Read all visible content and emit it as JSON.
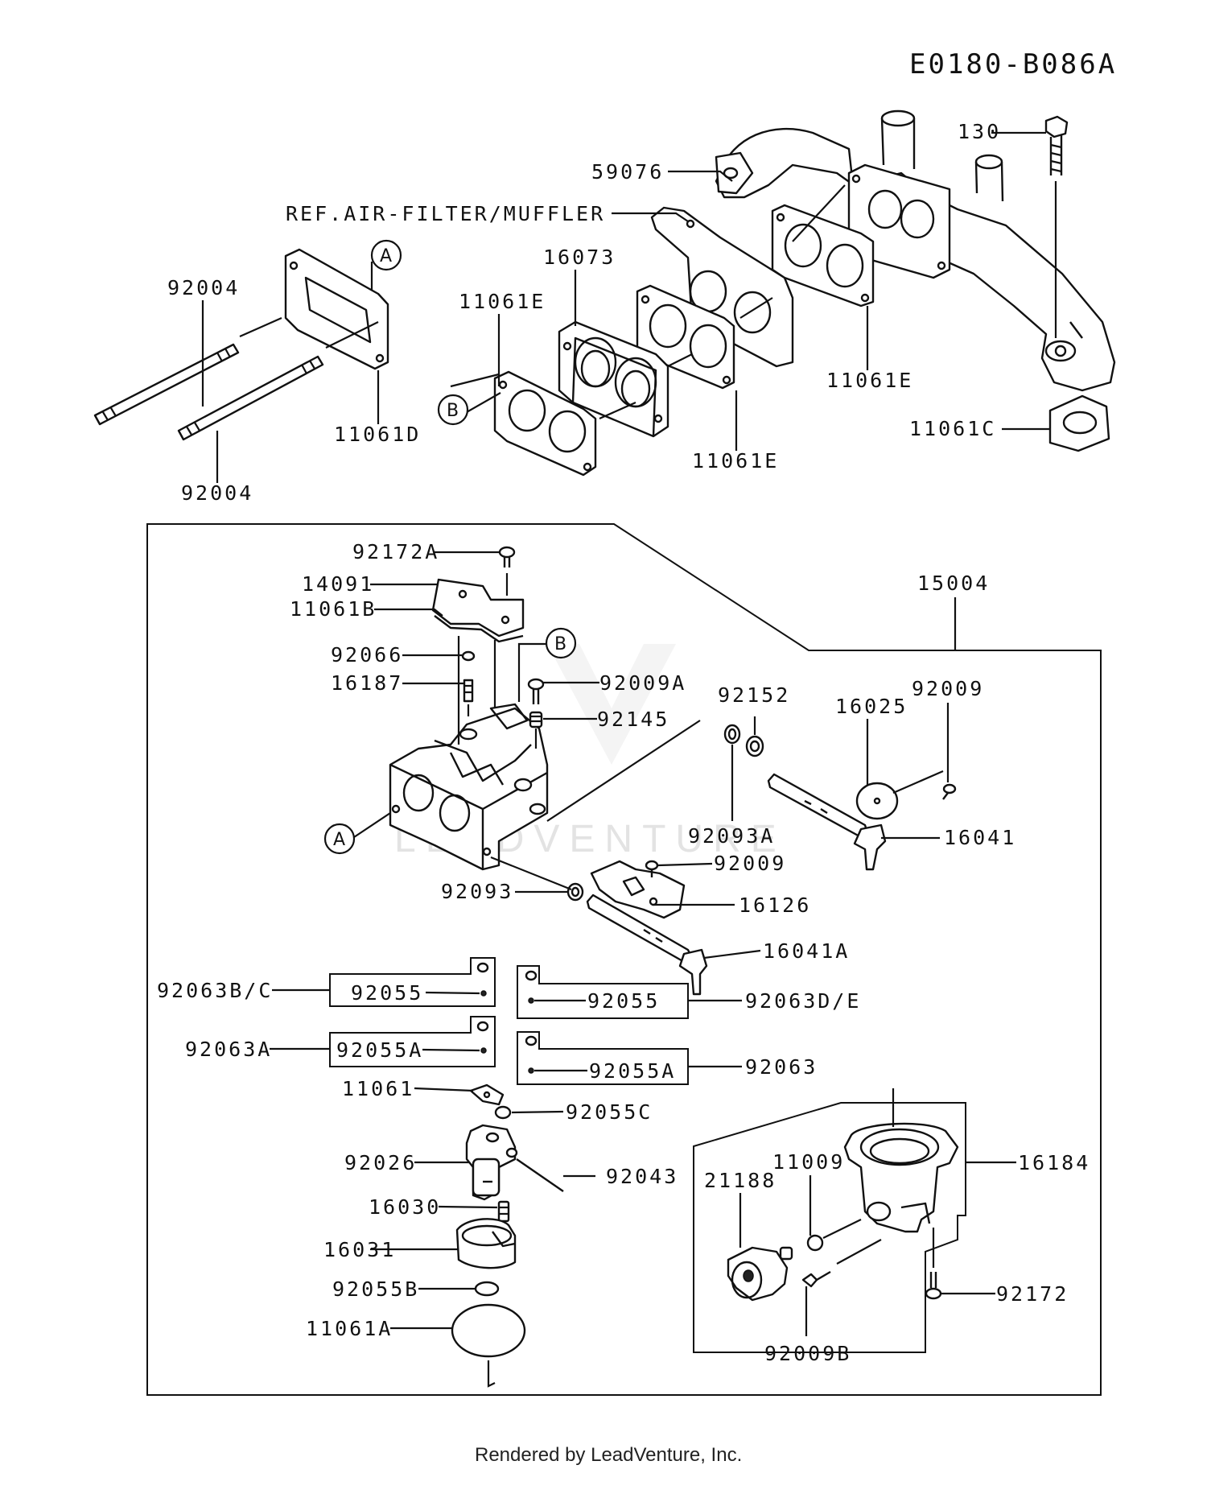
{
  "diagram_code": "E0180-B086A",
  "footer": "Rendered by LeadVenture, Inc.",
  "watermark": "LEADVENTURE",
  "callouts": {
    "a": "A",
    "b": "B"
  },
  "labels": {
    "p130": "130",
    "p59076": "59076",
    "ref_air_filter": "REF.AIR-FILTER/MUFFLER",
    "p16073": "16073",
    "p92004_top": "92004",
    "p92004_bottom": "92004",
    "p11061E_left": "11061E",
    "p11061E_right": "11061E",
    "p11061E_mid": "11061E",
    "p11061D": "11061D",
    "p11061C": "11061C",
    "p92172A": "92172A",
    "p14091": "14091",
    "p11061B": "11061B",
    "p15004": "15004",
    "p92066": "92066",
    "p16187": "16187",
    "p92009A": "92009A",
    "p92145": "92145",
    "p92152": "92152",
    "p92009_right": "92009",
    "p16025": "16025",
    "p92093A": "92093A",
    "p16041": "16041",
    "p92009_mid": "92009",
    "p92093": "92093",
    "p16126": "16126",
    "p16041A": "16041A",
    "p92063BC": "92063B/C",
    "p92055_left": "92055",
    "p92055_right": "92055",
    "p92063DE": "92063D/E",
    "p92063A": "92063A",
    "p92055A_left": "92055A",
    "p92055A_right": "92055A",
    "p92063": "92063",
    "p11061": "11061",
    "p92055C": "92055C",
    "p92026": "92026",
    "p92043": "92043",
    "p16030": "16030",
    "p16031": "16031",
    "p92055B": "92055B",
    "p11061A": "11061A",
    "p11009": "11009",
    "p21188": "21188",
    "p16184": "16184",
    "p92172": "92172",
    "p92009B": "92009B"
  }
}
